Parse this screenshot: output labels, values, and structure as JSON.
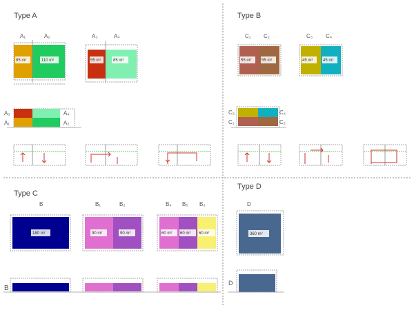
{
  "sections": {
    "a": "Type A",
    "b": "Type B",
    "c": "Type C",
    "d": "Type D"
  },
  "labels": {
    "A1": "A₁",
    "A2": "A₂",
    "A3": "A₃",
    "A4": "A₄",
    "C1": "C₁",
    "C2": "C₂",
    "C3": "C₃",
    "C4": "C₄",
    "B": "B",
    "B1": "B₁",
    "B2": "B₂",
    "B3": "B₃",
    "B4": "B₄",
    "B5": "B₅",
    "D": "D"
  },
  "values": {
    "a1": "85 m²",
    "a2": "110 m²",
    "a3": "55 m²",
    "a4": "85 m²",
    "c1": "55 m²",
    "c2": "55 m²",
    "c3": "45 m²",
    "c4": "45 m²",
    "b": "180 m²",
    "b1": "90 m²",
    "b2": "90 m²",
    "b4": "60 m²",
    "b5": "60 m²",
    "b3": "60 m²",
    "d": "360 m²"
  },
  "colors": {
    "a1": "#e0a000",
    "a2": "#20cc60",
    "a3": "#c83010",
    "a4": "#80f0b0",
    "c1": "#b06050",
    "c2": "#a06840",
    "c3": "#c0b000",
    "c4": "#10b0c0",
    "b": "#000090",
    "b1": "#e070d0",
    "b2": "#a050c0",
    "b3": "#f8f070",
    "d": "#486890"
  }
}
